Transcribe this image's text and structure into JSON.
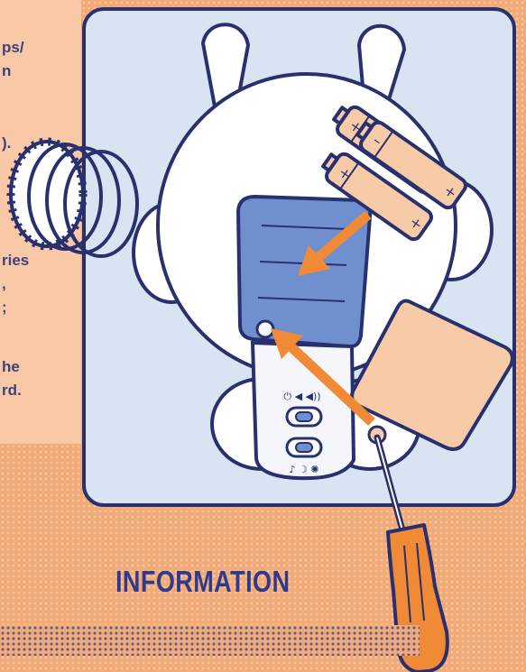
{
  "instructions": {
    "fragments": [
      "ps/\nn",
      ").",
      "ries\n,\n;",
      "he\nrd."
    ]
  },
  "section_heading": "INFORMATION",
  "remote": {
    "top_symbols": "⏻ ◀ ◀))",
    "bottom_symbols": "♪ ☽ ✺"
  },
  "battery_labels": {
    "plus": "+",
    "minus": "–"
  },
  "colors": {
    "background": "#f2aa78",
    "panel": "#f9c9a7",
    "text": "#40407a",
    "heading": "#2e3a8c",
    "illustration_box": "#d9e4f2",
    "outline": "#28306e",
    "arrow": "#f08a36"
  }
}
